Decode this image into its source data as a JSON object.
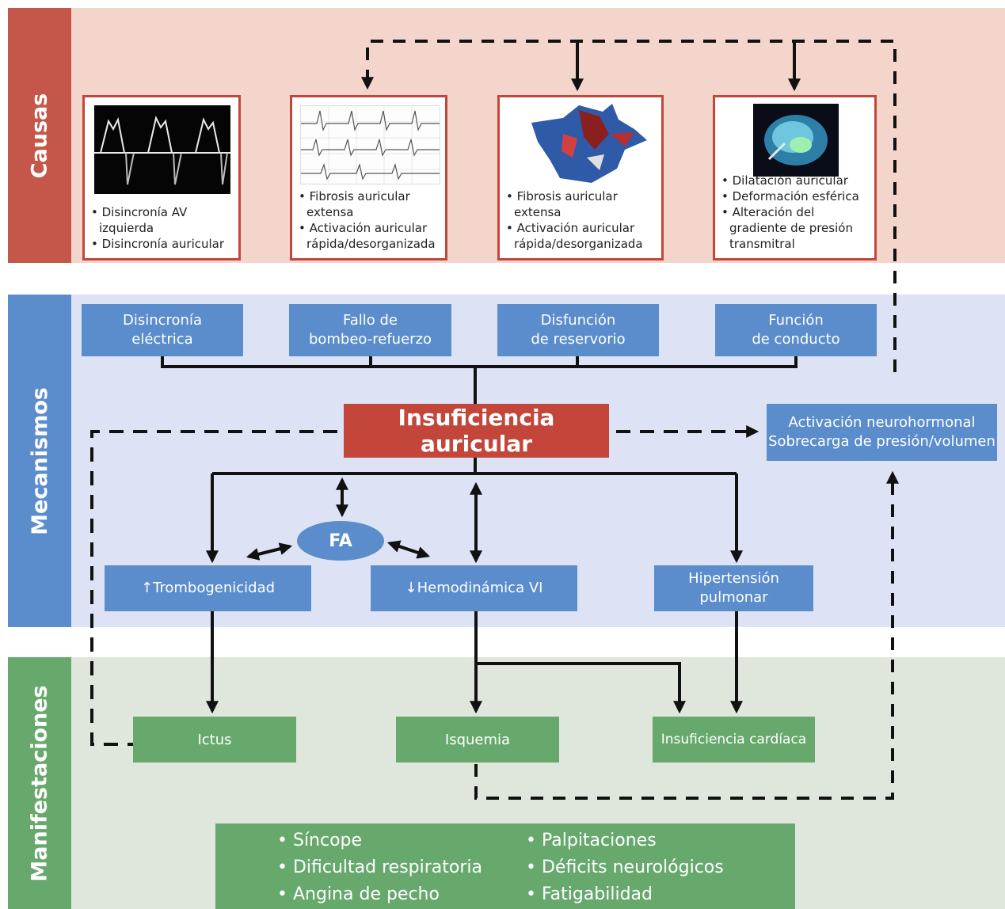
{
  "sections": {
    "causes": "Causas",
    "mechanisms": "Mecanismos",
    "manifestations": "Manifestaciones"
  },
  "causes": [
    {
      "image": "doppler-echo-image",
      "bullets": [
        "Disincronía AV izquierda",
        "Disincronía auricular"
      ]
    },
    {
      "image": "ecg-strip-image",
      "bullets": [
        "Fibrosis auricular extensa",
        "Activación auricular rápida/desorganizada"
      ]
    },
    {
      "image": "atrial-fibrosis-map-image",
      "bullets": [
        "Fibrosis auricular extensa",
        "Activación auricular rápida/desorganizada"
      ]
    },
    {
      "image": "atrial-3d-image",
      "bullets": [
        "Dilatación auricular",
        "Deformación esférica",
        "Alteración del gradiente de presión transmitral"
      ]
    }
  ],
  "mechanisms": [
    "Disincronía\neléctrica",
    "Fallo de\nbombeo-refuerzo",
    "Disfunción\nde reservorio",
    "Función\nde conducto"
  ],
  "central": "Insuficiencia auricular",
  "neuro": [
    "Activación neurohormonal",
    "Sobrecarga de presión/volumen"
  ],
  "fa": "FA",
  "effects": {
    "thrombo": "↑Trombogenicidad",
    "hemo": "↓Hemodinámica VI",
    "hypertension": "Hipertensión\npulmonar"
  },
  "manifestations": [
    "Ictus",
    "Isquemia",
    "Insuficiencia cardíaca"
  ],
  "symptoms": {
    "left": [
      "Síncope",
      "Dificultad respiratoria",
      "Angina de pecho"
    ],
    "right": [
      "Palpitaciones",
      "Déficits neurológicos",
      "Fatigabilidad"
    ]
  },
  "colors": {
    "causes_band": "#f3d5cb",
    "causes_label": "#c4574a",
    "mech_band": "#dde3f4",
    "mech_label": "#5b8dcc",
    "manif_band": "#dfe6dc",
    "manif_label": "#67a96c",
    "central_box": "#c4463a"
  }
}
